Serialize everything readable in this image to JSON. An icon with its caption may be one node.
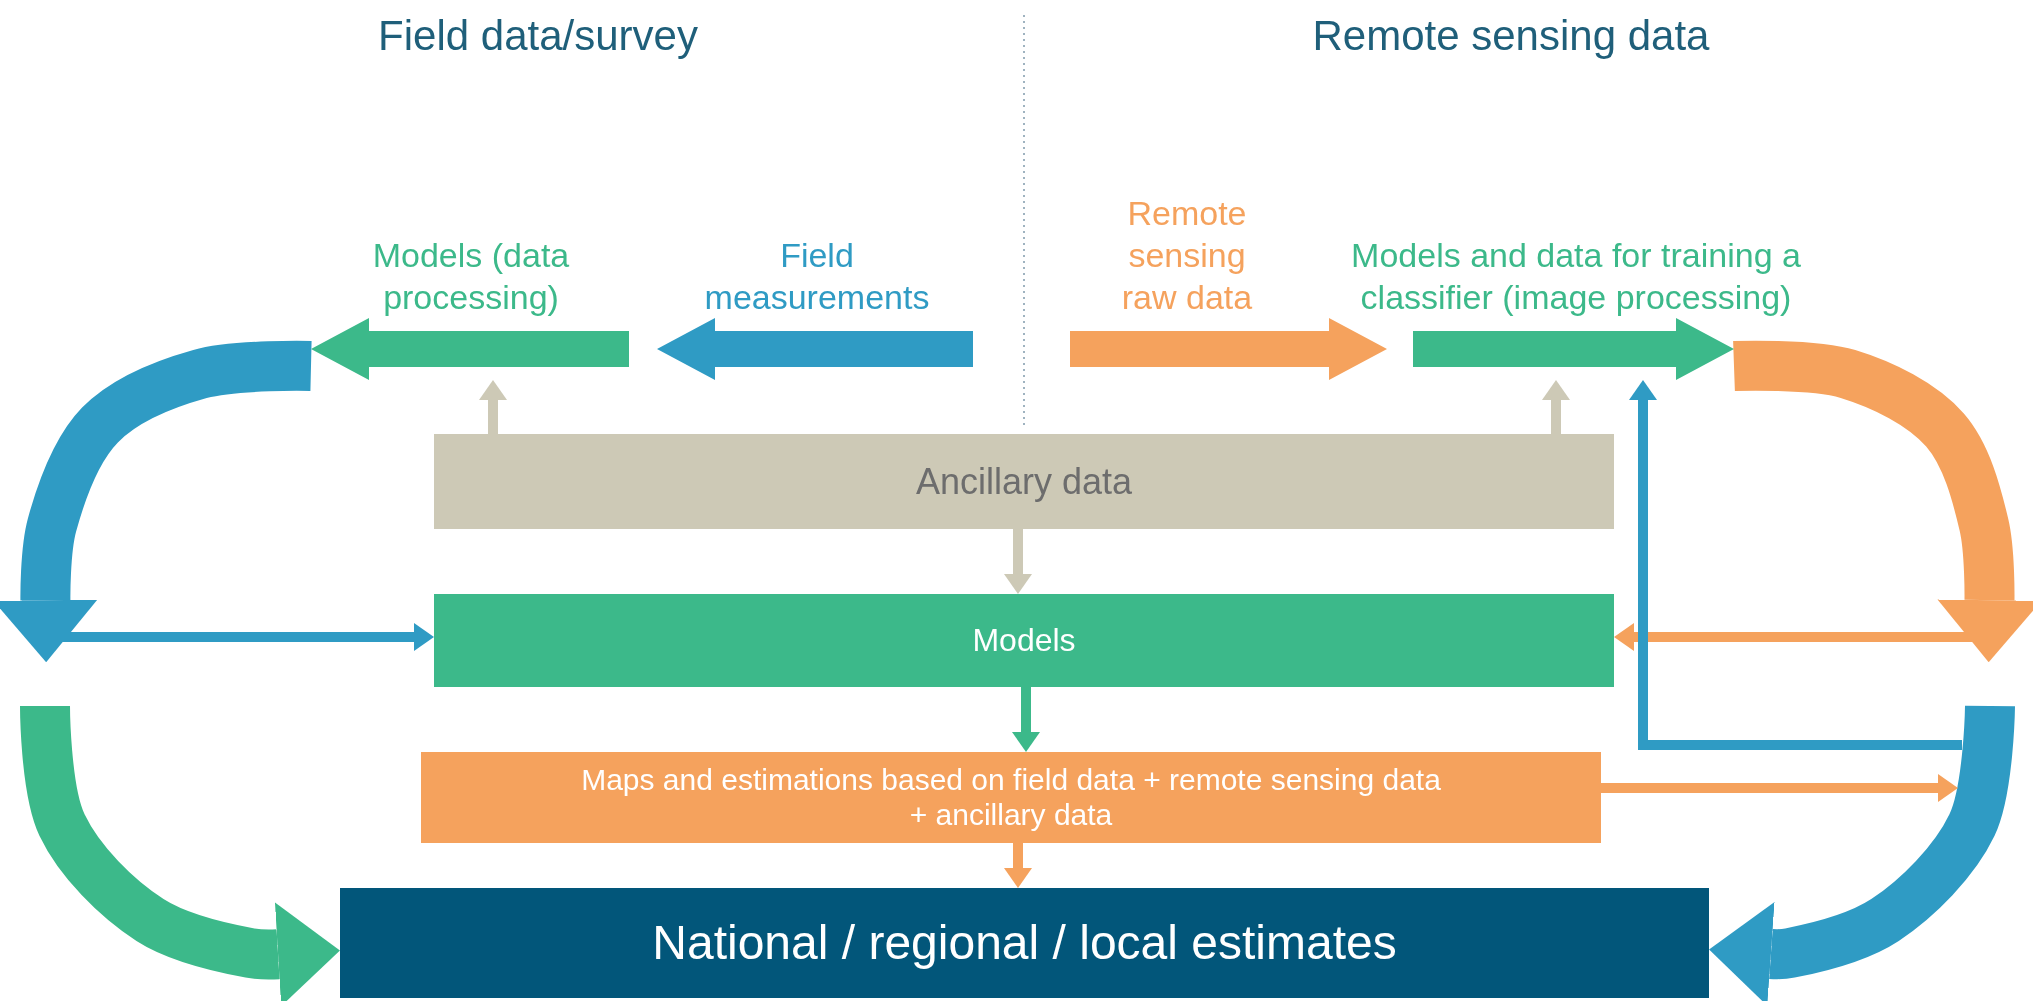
{
  "diagram": {
    "nodes": [
      {
        "text": [
          "Models (data processing)"
        ]
      },
      {
        "text": [
          "Field measurements"
        ]
      },
      {
        "text": [
          "Remote sensing raw data"
        ]
      },
      {
        "text": [
          "Models and data for training a classifier (image processing)"
        ]
      },
      {
        "text": [
          "Ancillary data"
        ]
      },
      {
        "text": [
          "Models"
        ]
      },
      {
        "text": [
          "Maps and estimations based on field data + remote sensing data + ancillary data"
        ]
      },
      {
        "text": [
          "National / regional / local estimates"
        ]
      }
    ],
    "edges": [
      {
        "from": 4,
        "to": 0,
        "arrow": "to",
        "color": "#cdc9b6"
      },
      {
        "from": 4,
        "to": 3,
        "arrow": "to",
        "color": "#cdc9b6"
      },
      {
        "from": 4,
        "to": 5,
        "arrow": "to",
        "color": "#cdc9b6"
      },
      {
        "from": 5,
        "to": 6,
        "arrow": "to",
        "color": "#3cb98a"
      },
      {
        "from": 6,
        "to": 7,
        "arrow": "to",
        "color": "#f5a25d"
      },
      {
        "from": 0,
        "to": null,
        "arrow": "to",
        "style": "thick",
        "color": "#2f9bc4"
      },
      {
        "from": null,
        "to": 5,
        "arrow": "to",
        "color": "#2f9bc4"
      },
      {
        "from": null,
        "to": 7,
        "arrow": "to",
        "style": "thick",
        "color": "#3cb98a"
      },
      {
        "from": 3,
        "to": null,
        "arrow": "to",
        "style": "thick",
        "color": "#f5a25d"
      },
      {
        "from": null,
        "to": 5,
        "arrow": "to",
        "color": "#f5a25d"
      },
      {
        "from": null,
        "to": 7,
        "arrow": "to",
        "style": "thick",
        "color": "#2f9bc4"
      },
      {
        "from": null,
        "to": 3,
        "arrow": "to",
        "color": "#2f9bc4"
      },
      {
        "from": 6,
        "to": null,
        "arrow": "to",
        "color": "#f5a25d"
      }
    ],
    "labels": [
      "Field data/survey",
      "Remote sensing data"
    ]
  }
}
